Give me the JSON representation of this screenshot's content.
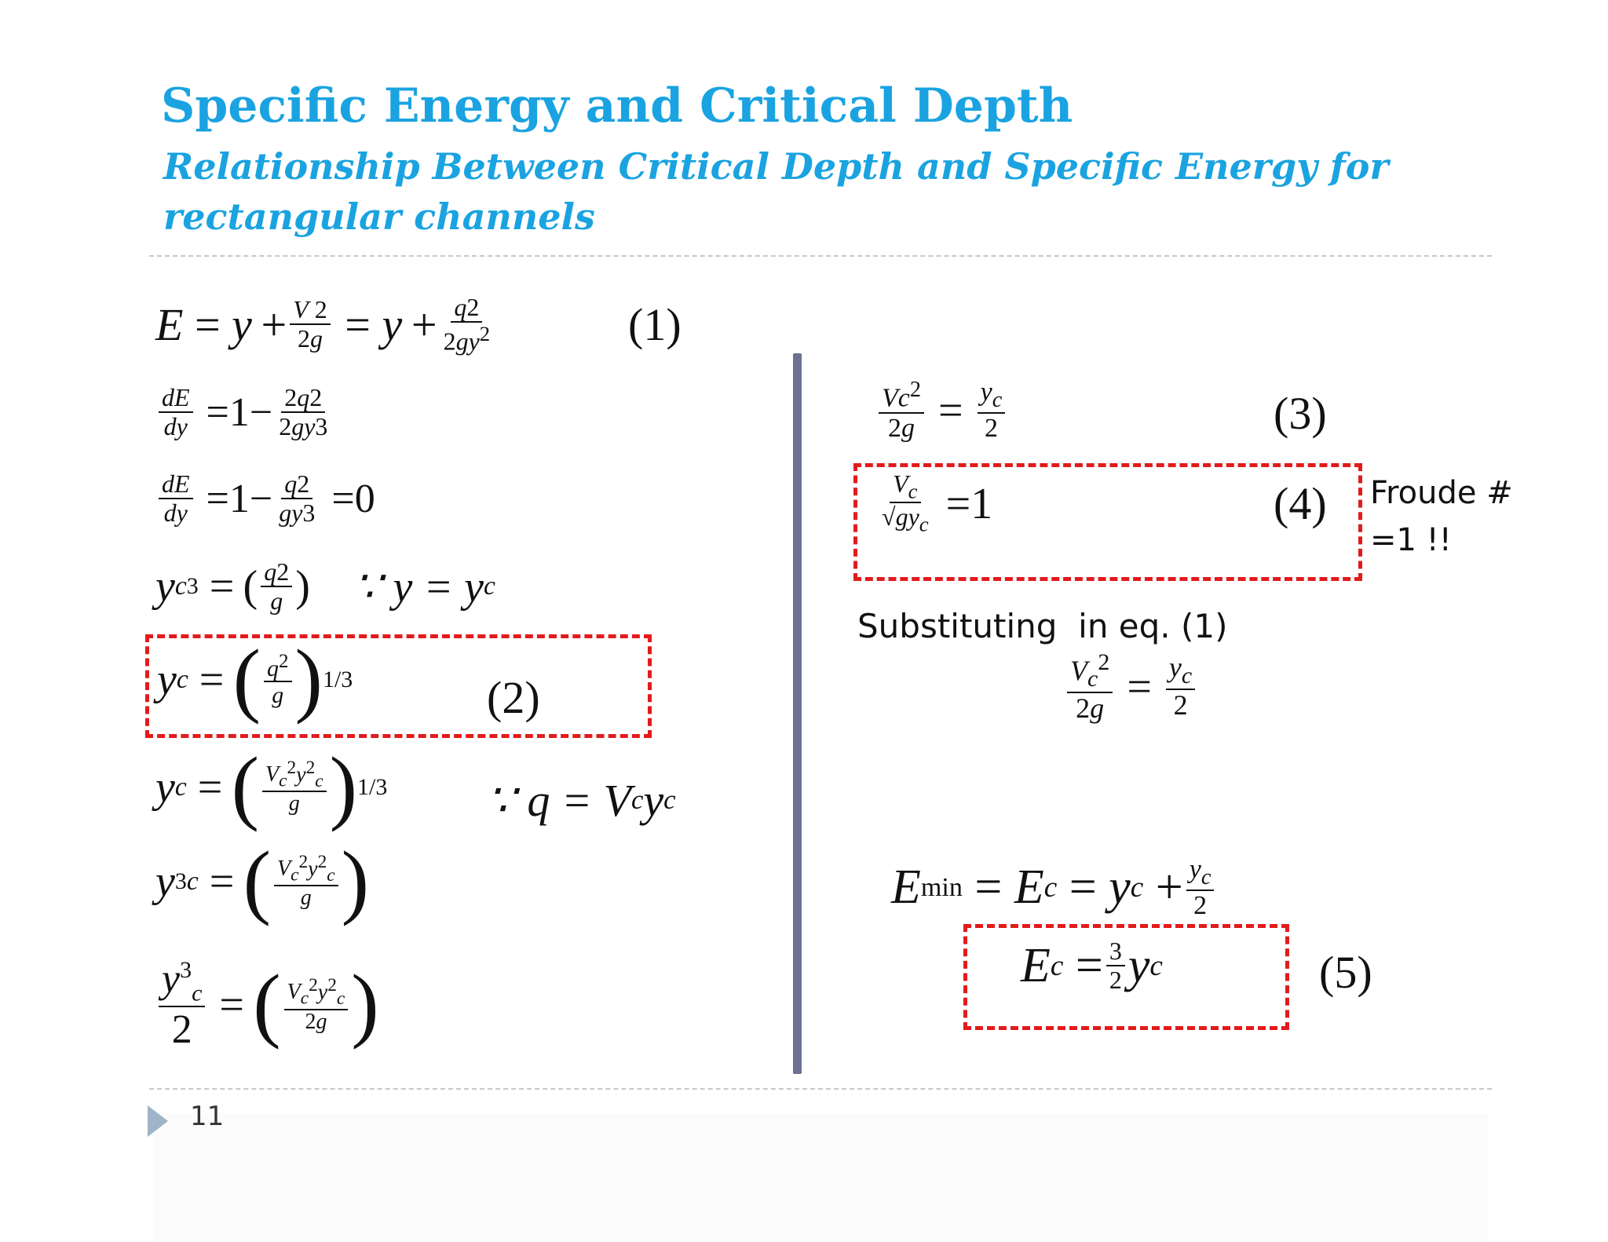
{
  "header": {
    "title": "Specific Energy and Critical Depth",
    "subtitle": "Relationship Between Critical Depth and Specific Energy for rectangular channels"
  },
  "left": {
    "eq1_number": "(1)",
    "eq2_number": "(2)",
    "because_q": "∵ q = V",
    "because_y": "∵ y = y"
  },
  "right": {
    "eq3_number": "(3)",
    "eq4_number": "(4)",
    "froude_line1": "Froude #",
    "froude_line2": "=1 !!",
    "substituting": "Substituting  in eq. (1)",
    "eq5_number": "(5)"
  },
  "footer": {
    "page_number": "11"
  },
  "colors": {
    "title": "#1aa3e0",
    "box": "#e21b1b",
    "divider": "#6b7293"
  }
}
